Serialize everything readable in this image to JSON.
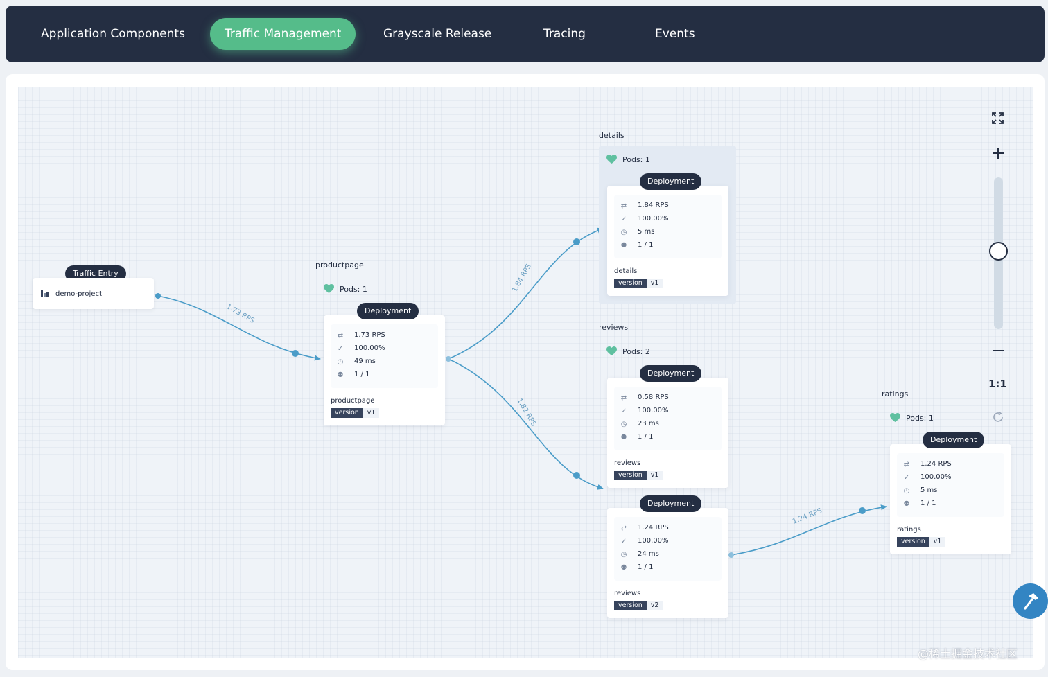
{
  "tabs": [
    {
      "label": "Application Components",
      "active": false
    },
    {
      "label": "Traffic Management",
      "active": true
    },
    {
      "label": "Grayscale Release",
      "active": false
    },
    {
      "label": "Tracing",
      "active": false
    },
    {
      "label": "Events",
      "active": false
    }
  ],
  "colors": {
    "accent": "#55bc8a",
    "dark": "#242e42",
    "edge": "#4a9cc8",
    "fab": "#3385c3"
  },
  "entry": {
    "pill": "Traffic Entry",
    "project": "demo-project"
  },
  "edges": [
    "1.73 RPS",
    "1.84 RPS",
    "1.82 RPS",
    "1.24 RPS"
  ],
  "services": {
    "productpage": {
      "title": "productpage",
      "pods": "Pods: 1"
    },
    "details": {
      "title": "details",
      "pods": "Pods: 1"
    },
    "reviews": {
      "title": "reviews",
      "pods": "Pods: 2"
    },
    "ratings": {
      "title": "ratings",
      "pods": "Pods: 1"
    }
  },
  "cards": [
    {
      "pill": "Deployment",
      "rps": "1.73 RPS",
      "success": "100.00%",
      "latency": "49 ms",
      "replicas": "1 / 1",
      "workload": "productpage",
      "version_key": "version",
      "version": "v1"
    },
    {
      "pill": "Deployment",
      "rps": "1.84 RPS",
      "success": "100.00%",
      "latency": "5 ms",
      "replicas": "1 / 1",
      "workload": "details",
      "version_key": "version",
      "version": "v1"
    },
    {
      "pill": "Deployment",
      "rps": "0.58 RPS",
      "success": "100.00%",
      "latency": "23 ms",
      "replicas": "1 / 1",
      "workload": "reviews",
      "version_key": "version",
      "version": "v1"
    },
    {
      "pill": "Deployment",
      "rps": "1.24 RPS",
      "success": "100.00%",
      "latency": "24 ms",
      "replicas": "1 / 1",
      "workload": "reviews",
      "version_key": "version",
      "version": "v2"
    },
    {
      "pill": "Deployment",
      "rps": "1.24 RPS",
      "success": "100.00%",
      "latency": "5 ms",
      "replicas": "1 / 1",
      "workload": "ratings",
      "version_key": "version",
      "version": "v1"
    }
  ],
  "zoom": {
    "ratio": "1:1",
    "icons": [
      "fullscreen-icon",
      "zoom-in-icon",
      "zoom-out-icon",
      "reset-icon"
    ]
  },
  "watermark": "@稀土掘金技术社区"
}
